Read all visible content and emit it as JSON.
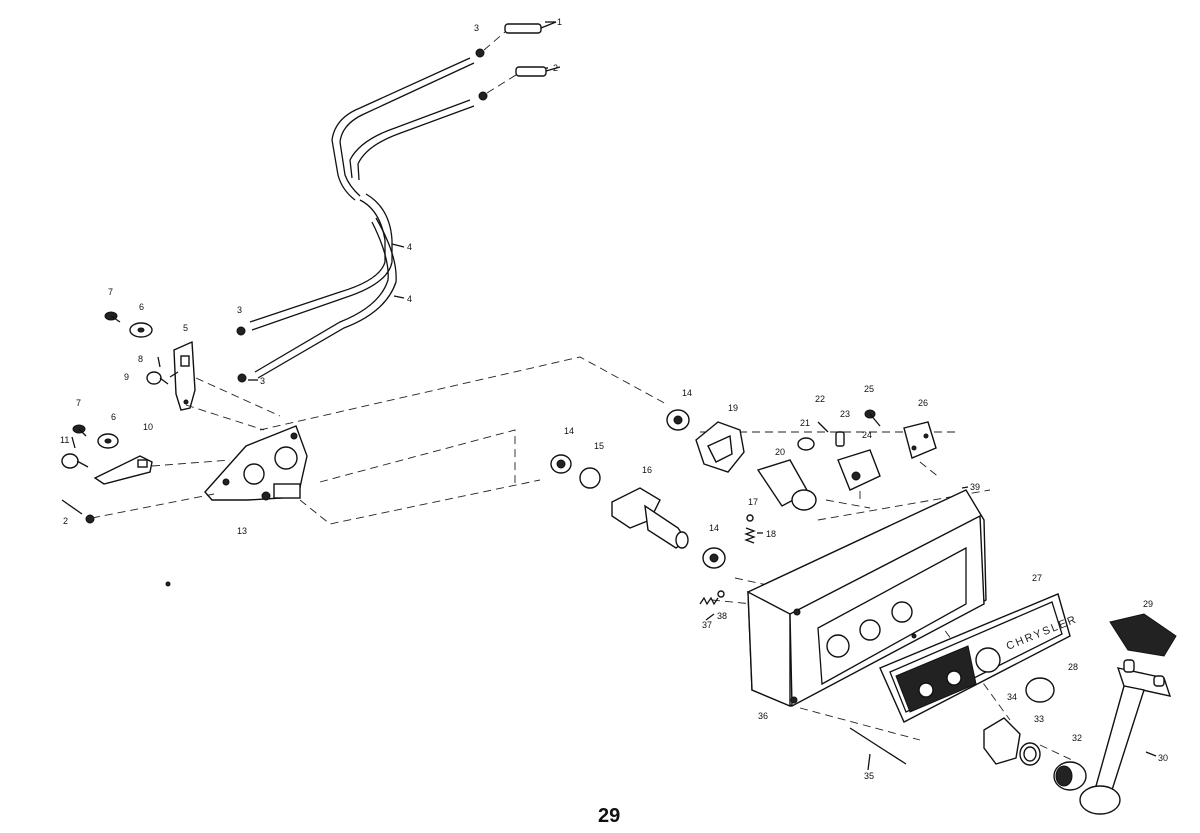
{
  "page_number": "29",
  "brand_text": "CHRYSLER",
  "part_labels": [
    {
      "key": "p1",
      "text": "1"
    },
    {
      "key": "p2",
      "text": "2"
    },
    {
      "key": "p3a",
      "text": "3"
    },
    {
      "key": "p4a",
      "text": "4"
    },
    {
      "key": "p4b",
      "text": "4"
    },
    {
      "key": "p3b",
      "text": "3"
    },
    {
      "key": "p3c",
      "text": "3"
    },
    {
      "key": "p7a",
      "text": "7"
    },
    {
      "key": "p6a",
      "text": "6"
    },
    {
      "key": "p5",
      "text": "5"
    },
    {
      "key": "p8",
      "text": "8"
    },
    {
      "key": "p9",
      "text": "9"
    },
    {
      "key": "p7b",
      "text": "7"
    },
    {
      "key": "p6b",
      "text": "6"
    },
    {
      "key": "p10",
      "text": "10"
    },
    {
      "key": "p11",
      "text": "11"
    },
    {
      "key": "p12",
      "text": "2"
    },
    {
      "key": "p13",
      "text": "13"
    },
    {
      "key": "p14a",
      "text": "14"
    },
    {
      "key": "p14b",
      "text": "14"
    },
    {
      "key": "p14c",
      "text": "14"
    },
    {
      "key": "p15",
      "text": "15"
    },
    {
      "key": "p16",
      "text": "16"
    },
    {
      "key": "p17",
      "text": "17"
    },
    {
      "key": "p18",
      "text": "18"
    },
    {
      "key": "p19",
      "text": "19"
    },
    {
      "key": "p20",
      "text": "20"
    },
    {
      "key": "p21",
      "text": "21"
    },
    {
      "key": "p22",
      "text": "22"
    },
    {
      "key": "p23",
      "text": "23"
    },
    {
      "key": "p24",
      "text": "24"
    },
    {
      "key": "p25",
      "text": "25"
    },
    {
      "key": "p26",
      "text": "26"
    },
    {
      "key": "p27",
      "text": "27"
    },
    {
      "key": "p28",
      "text": "28"
    },
    {
      "key": "p29",
      "text": "29"
    },
    {
      "key": "p30",
      "text": "30"
    },
    {
      "key": "p32",
      "text": "32"
    },
    {
      "key": "p33",
      "text": "33"
    },
    {
      "key": "p34",
      "text": "34"
    },
    {
      "key": "p35",
      "text": "35"
    },
    {
      "key": "p36",
      "text": "36"
    },
    {
      "key": "p37",
      "text": "37"
    },
    {
      "key": "p38",
      "text": "38"
    },
    {
      "key": "p39",
      "text": "39"
    }
  ]
}
